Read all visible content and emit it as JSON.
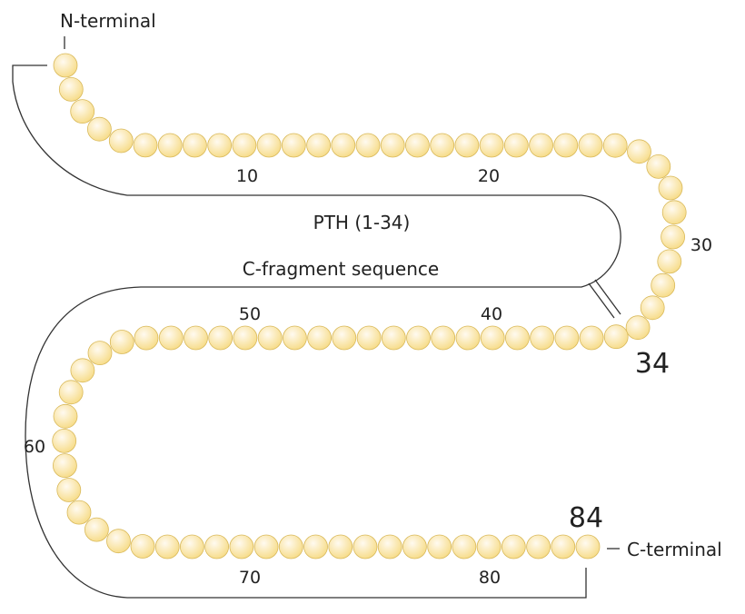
{
  "labels": {
    "n_terminal": "N-terminal",
    "c_terminal": "C-terminal",
    "pth_segment": "PTH (1-34)",
    "c_fragment": "C-fragment sequence",
    "residue_34": "34",
    "residue_84": "84"
  },
  "residue_count": 84,
  "tick_labels": [
    "10",
    "20",
    "30",
    "40",
    "50",
    "60",
    "70",
    "80"
  ],
  "colors": {
    "bead_fill": "#f7dd8c",
    "bead_highlight": "#fffaf0",
    "bead_stroke": "#d9b95a",
    "line": "#333333"
  }
}
